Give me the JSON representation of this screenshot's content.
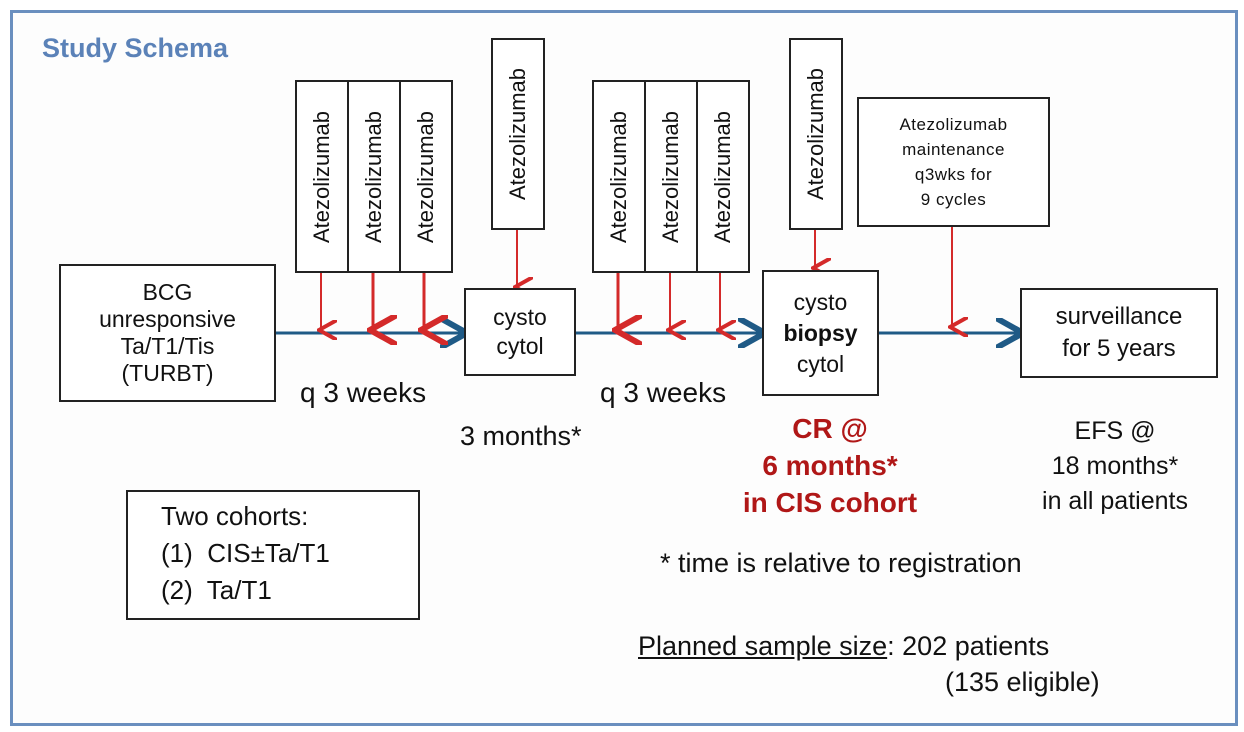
{
  "title": "Study Schema",
  "drug": "Atezolizumab",
  "start_box": {
    "l1": "BCG",
    "l2": "unresponsive",
    "l3": "Ta/T1/Tis",
    "l4": "(TURBT)"
  },
  "cysto1": {
    "l1": "cysto",
    "l2": "cytol"
  },
  "cysto2": {
    "l1": "cysto",
    "l2": "biopsy",
    "l3": "cytol"
  },
  "maintenance": {
    "l1": "Atezolizumab",
    "l2": "maintenance",
    "l3": "q3wks for",
    "l4": "9 cycles"
  },
  "surveillance": {
    "l1": "surveillance",
    "l2": "for 5 years"
  },
  "interval1": "q 3 weeks",
  "interval2": "q 3 weeks",
  "months3": "3 months*",
  "cr": {
    "l1": "CR @",
    "l2": "6 months*",
    "l3": "in CIS cohort"
  },
  "efs": {
    "l1": "EFS @",
    "l2": "18 months*",
    "l3": "in all patients"
  },
  "cohorts": {
    "title": "Two cohorts:",
    "c1": "(1)  CIS±Ta/T1",
    "c2": "(2)  Ta/T1"
  },
  "note": "* time is relative to registration",
  "sample": {
    "label": "Planned sample size",
    "value": ": 202 patients",
    "eligible": "(135 eligible)"
  },
  "colors": {
    "timeline": "#1f5a86",
    "arrow": "#d42a2a",
    "emphasis": "#b01717",
    "title": "#5b82b8",
    "frame": "#6a8fbf"
  }
}
